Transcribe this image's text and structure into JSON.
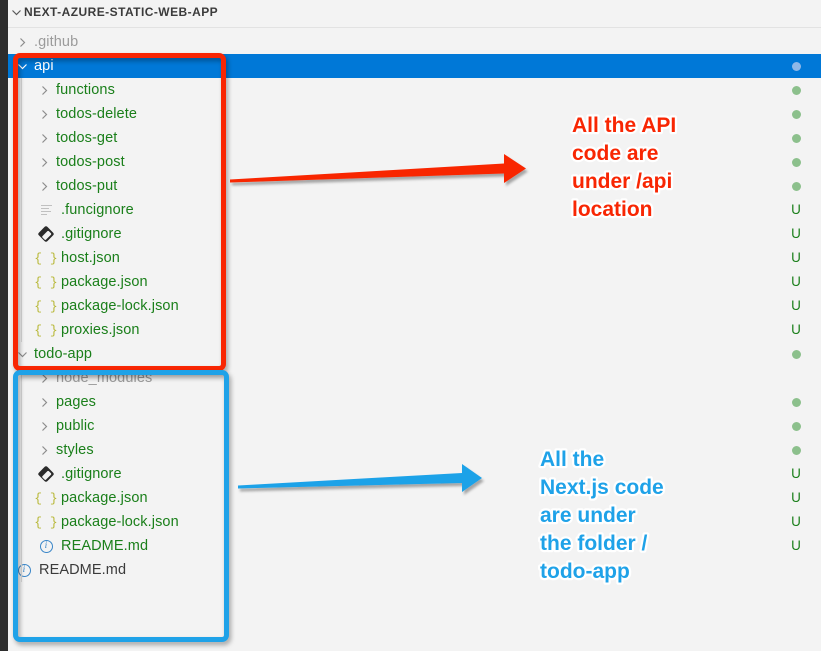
{
  "app": {
    "panel_title": "NEXT-AZURE-STATIC-WEB-APP",
    "accent_selected": "#0078d7",
    "color_tracked_green": "#1a7f1a",
    "color_ignored_grey": "#9b9b9b",
    "color_annotation_red": "#f82603",
    "color_annotation_blue": "#1fa2e8",
    "status_dot_color": "#8cc08c"
  },
  "tree": {
    "rows": [
      {
        "label": ".github",
        "kind": "folder",
        "indent": 1,
        "expanded": false,
        "state": "ignored",
        "status": ""
      },
      {
        "label": "api",
        "kind": "folder",
        "indent": 1,
        "expanded": true,
        "state": "selected",
        "status": "dot"
      },
      {
        "label": "functions",
        "kind": "folder",
        "indent": 2,
        "expanded": false,
        "state": "tracked",
        "status": "dot"
      },
      {
        "label": "todos-delete",
        "kind": "folder",
        "indent": 2,
        "expanded": false,
        "state": "tracked",
        "status": "dot"
      },
      {
        "label": "todos-get",
        "kind": "folder",
        "indent": 2,
        "expanded": false,
        "state": "tracked",
        "status": "dot"
      },
      {
        "label": "todos-post",
        "kind": "folder",
        "indent": 2,
        "expanded": false,
        "state": "tracked",
        "status": "dot"
      },
      {
        "label": "todos-put",
        "kind": "folder",
        "indent": 2,
        "expanded": false,
        "state": "tracked",
        "status": "dot"
      },
      {
        "label": ".funcignore",
        "kind": "lines",
        "indent": 2,
        "expanded": null,
        "state": "tracked",
        "status": "U"
      },
      {
        "label": ".gitignore",
        "kind": "git",
        "indent": 2,
        "expanded": null,
        "state": "tracked",
        "status": "U"
      },
      {
        "label": "host.json",
        "kind": "json",
        "indent": 2,
        "expanded": null,
        "state": "tracked",
        "status": "U"
      },
      {
        "label": "package.json",
        "kind": "json",
        "indent": 2,
        "expanded": null,
        "state": "tracked",
        "status": "U"
      },
      {
        "label": "package-lock.json",
        "kind": "json",
        "indent": 2,
        "expanded": null,
        "state": "tracked",
        "status": "U"
      },
      {
        "label": "proxies.json",
        "kind": "json",
        "indent": 2,
        "expanded": null,
        "state": "tracked",
        "status": "U"
      },
      {
        "label": "todo-app",
        "kind": "folder",
        "indent": 1,
        "expanded": true,
        "state": "tracked",
        "status": "dot"
      },
      {
        "label": "node_modules",
        "kind": "folder",
        "indent": 2,
        "expanded": false,
        "state": "ignored",
        "status": ""
      },
      {
        "label": "pages",
        "kind": "folder",
        "indent": 2,
        "expanded": false,
        "state": "tracked",
        "status": "dot"
      },
      {
        "label": "public",
        "kind": "folder",
        "indent": 2,
        "expanded": false,
        "state": "tracked",
        "status": "dot"
      },
      {
        "label": "styles",
        "kind": "folder",
        "indent": 2,
        "expanded": false,
        "state": "tracked",
        "status": "dot"
      },
      {
        "label": ".gitignore",
        "kind": "git",
        "indent": 2,
        "expanded": null,
        "state": "tracked",
        "status": "U"
      },
      {
        "label": "package.json",
        "kind": "json",
        "indent": 2,
        "expanded": null,
        "state": "tracked",
        "status": "U"
      },
      {
        "label": "package-lock.json",
        "kind": "json",
        "indent": 2,
        "expanded": null,
        "state": "tracked",
        "status": "U"
      },
      {
        "label": "README.md",
        "kind": "info",
        "indent": 2,
        "expanded": null,
        "state": "tracked",
        "status": "U"
      },
      {
        "label": "README.md",
        "kind": "info",
        "indent": 1,
        "expanded": null,
        "state": "plain",
        "status": ""
      }
    ]
  },
  "annotations": {
    "api": {
      "text": "All the API\ncode are\nunder /api\nlocation",
      "color": "#f82603",
      "arrow_name": "red-arrow"
    },
    "todo": {
      "text": "All the\nNext.js code\nare under\nthe folder /\ntodo-app",
      "color": "#1fa2e8",
      "arrow_name": "blue-arrow"
    }
  }
}
